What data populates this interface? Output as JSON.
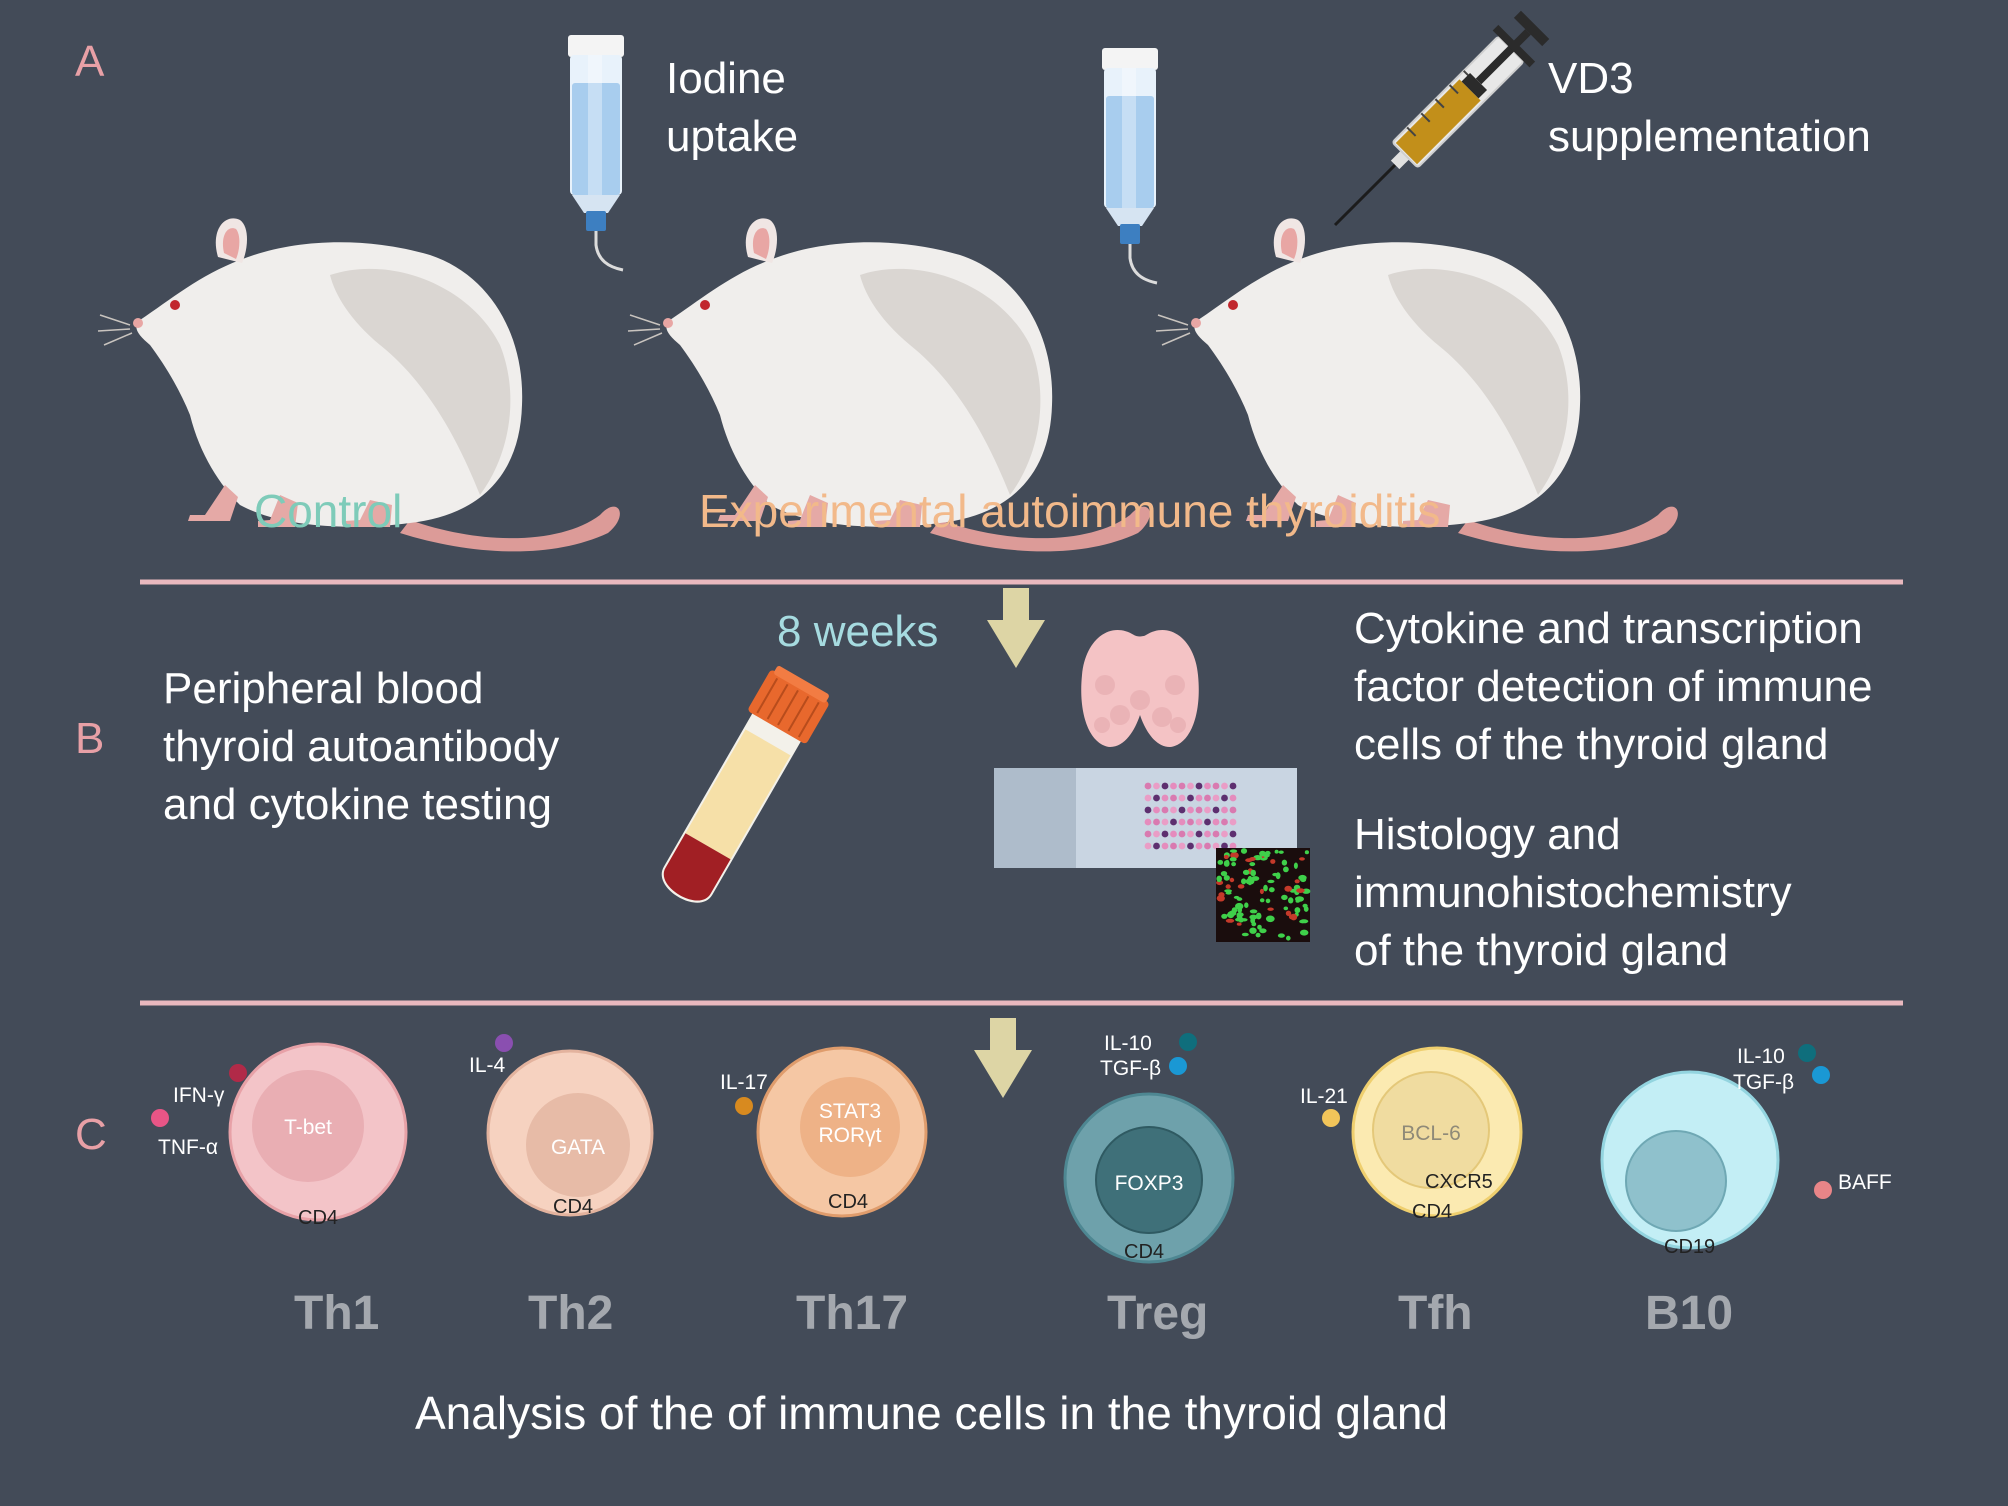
{
  "sections": {
    "a": "A",
    "b": "B",
    "c": "C"
  },
  "panel_a": {
    "iodine": "Iodine\nuptake",
    "vd3": "VD3\n supplementation",
    "control": "Control",
    "eat": "Experimental autoimmune thyroiditis"
  },
  "panel_b": {
    "weeks": "8 weeks",
    "blood": "Peripheral blood\nthyroid autoantibody\nand cytokine testing",
    "cytokine": "Cytokine and transcription\nfactor detection of immune\ncells of the thyroid gland",
    "histology": "Histology and\nimmunohistochemistry\nof the thyroid gland"
  },
  "panel_c": {
    "title": "Analysis of the of immune cells in the thyroid gland",
    "cells": [
      {
        "name": "Th1",
        "inner": "T-bet",
        "surface": "CD4",
        "cytokines": [
          "IFN-γ",
          "TNF-α"
        ]
      },
      {
        "name": "Th2",
        "inner": "GATA",
        "surface": "CD4",
        "cytokines": [
          "IL-4"
        ]
      },
      {
        "name": "Th17",
        "inner": "STAT3\nRORγt",
        "surface": "CD4",
        "cytokines": [
          "IL-17"
        ]
      },
      {
        "name": "Treg",
        "inner": "FOXP3",
        "surface": "CD4",
        "cytokines": [
          "IL-10",
          "TGF-β"
        ]
      },
      {
        "name": "Tfh",
        "inner": "BCL-6",
        "surface": "CD4",
        "surface2": "CXCR5",
        "cytokines": [
          "IL-21"
        ]
      },
      {
        "name": "B10",
        "inner": "",
        "surface": "CD19",
        "cytokines": [
          "IL-10",
          "TGF-β",
          "BAFF"
        ]
      }
    ]
  },
  "colors": {
    "background": "#434b58",
    "section_letter": "#e8a0a6",
    "control": "#7ecbb9",
    "eat": "#f2b98a",
    "weeks": "#a6dbe0",
    "divider": "#e9b8be",
    "arrow": "#ddd5a5"
  },
  "icons": [
    "water-bottle-icon",
    "syringe-icon",
    "rat-icon",
    "blood-tube-icon",
    "thyroid-icon",
    "microscope-slide-icon",
    "fluorescence-image-icon",
    "down-arrow-icon"
  ]
}
